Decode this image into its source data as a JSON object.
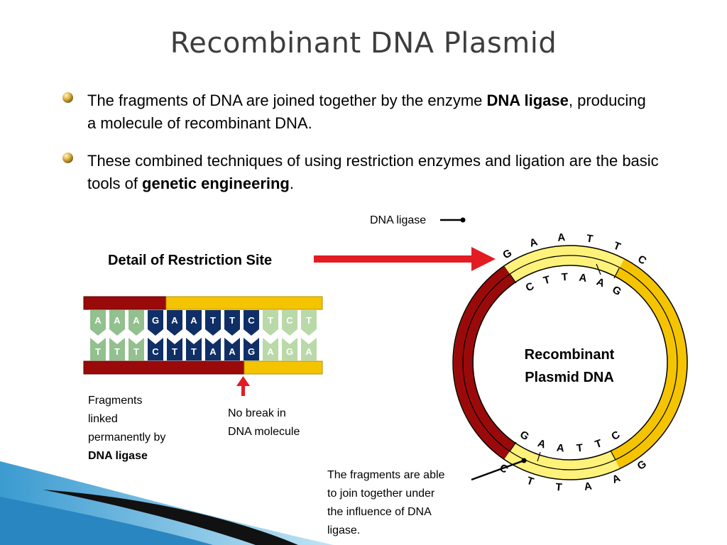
{
  "slide": {
    "title": "Recombinant DNA Plasmid",
    "bullets": [
      {
        "pre": "The fragments of DNA are joined together by the enzyme ",
        "bold": "DNA ligase",
        "post": ", producing a molecule of recombinant DNA."
      },
      {
        "pre": "These combined techniques of using restriction enzymes and ligation are the basic tools of ",
        "bold": "genetic engineering",
        "post": "."
      }
    ]
  },
  "diagram": {
    "detail_label": "Detail of Restriction Site",
    "dna_ligase_label": "DNA ligase",
    "top_strand": [
      "A",
      "A",
      "A",
      "G",
      "A",
      "A",
      "T",
      "T",
      "C",
      "T",
      "C",
      "T"
    ],
    "bottom_strand": [
      "T",
      "T",
      "T",
      "C",
      "T",
      "T",
      "A",
      "A",
      "G",
      "A",
      "G",
      "A"
    ],
    "fragments_caption": [
      "Fragments",
      "linked",
      "permanently by"
    ],
    "fragments_caption_bold": "DNA ligase",
    "nobreak_caption": [
      "No break in",
      "DNA molecule"
    ],
    "plasmid_label": [
      "Recombinant",
      "Plasmid DNA"
    ],
    "upper_outer_seq": [
      "G",
      "A",
      "A",
      "T",
      "T",
      "C"
    ],
    "upper_inner_seq": [
      "C",
      "T",
      "T",
      "A",
      "A",
      "G"
    ],
    "lower_inner_seq": [
      "G",
      "A",
      "A",
      "T",
      "T",
      "C"
    ],
    "lower_outer_seq": [
      "C",
      "T",
      "T",
      "A",
      "A",
      "G"
    ],
    "bottom_caption": [
      "The fragments are able",
      "to join together under",
      "the influence of DNA",
      "ligase."
    ]
  },
  "colors": {
    "dark_red": "#9b0a0a",
    "yellow": "#f5c400",
    "light_yellow": "#fff27a",
    "arrow_red": "#e31b23",
    "teal_base": "#92c08e",
    "navy_base": "#0f2f66",
    "light_green": "#b9d9a8"
  }
}
